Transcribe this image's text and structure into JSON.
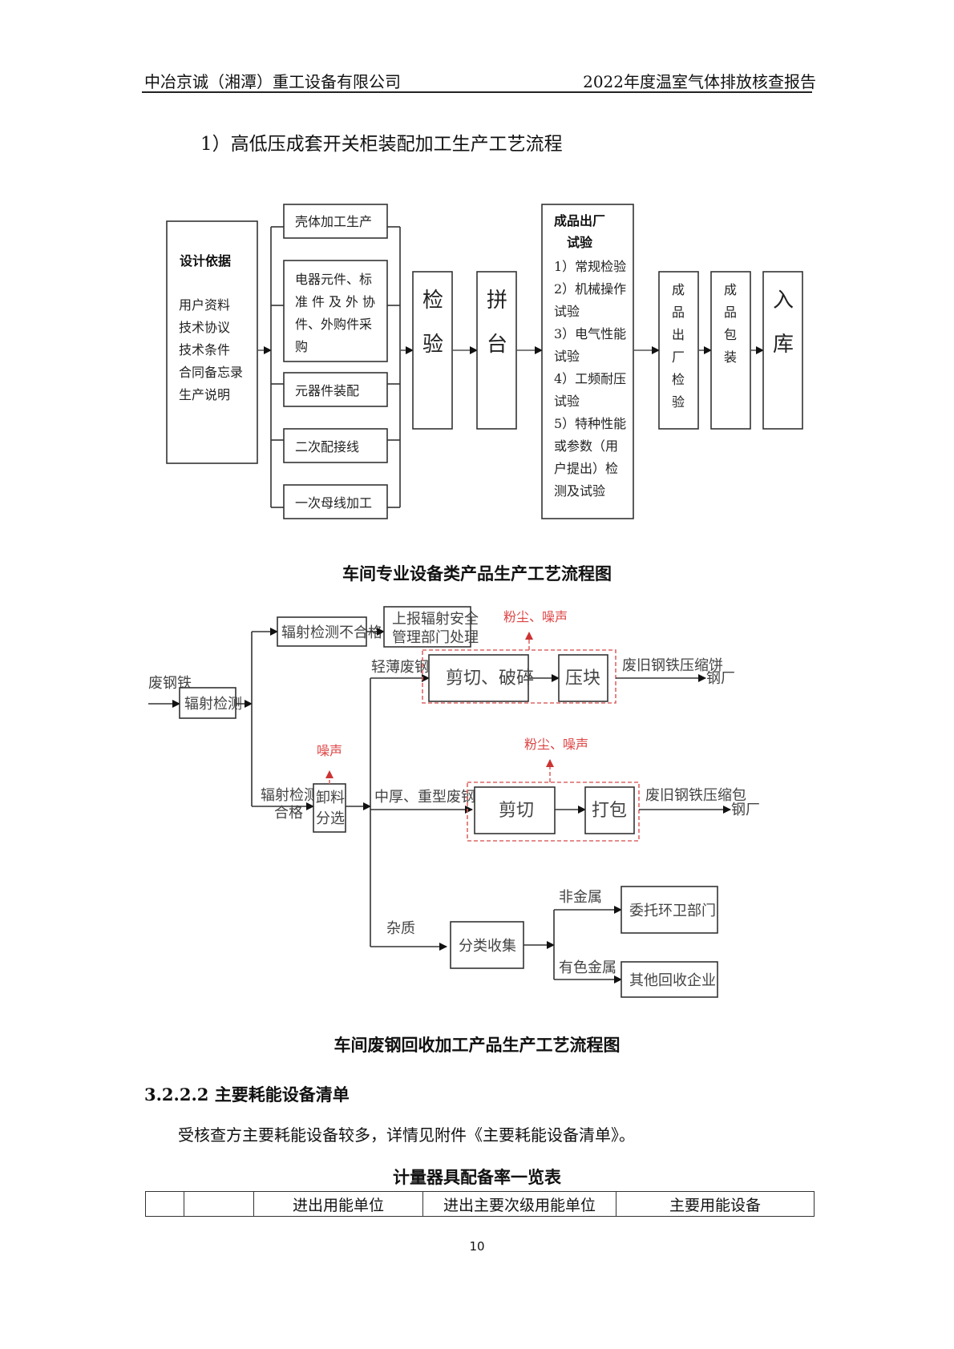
{
  "header": {
    "company": "中冶京诚（湘潭）重工设备有限公司",
    "report": "2022年度温室气体排放核查报告"
  },
  "section1_title": "1）高低压成套开关柜装配加工生产工艺流程",
  "flow1": {
    "design_basis": {
      "title": "设计依据",
      "items": [
        "用户资料",
        "技术协议",
        "技术条件",
        "合同备忘录",
        "生产说明"
      ]
    },
    "parallel_steps": [
      {
        "lines": [
          "壳体加工生产"
        ]
      },
      {
        "lines": [
          "电器元件、标",
          "准件及外协",
          "件、外购件采",
          "购"
        ]
      },
      {
        "lines": [
          "元器件装配"
        ]
      },
      {
        "lines": [
          "二次配接线"
        ]
      },
      {
        "lines": [
          "一次母线加工"
        ]
      }
    ],
    "inspect": [
      "检",
      "验"
    ],
    "assemble": [
      "拼",
      "台"
    ],
    "factory_test": {
      "title": [
        "成品出厂",
        "试验"
      ],
      "lines": [
        "1）常规检验",
        "2）机械操作",
        "试验",
        "3）电气性能",
        "试验",
        "4）工频耐压",
        "试验",
        "5）特种性能",
        "或参数（用",
        "户提出）检",
        "测及试验"
      ]
    },
    "final_inspect": [
      "成",
      "品",
      "出",
      "厂",
      "检",
      "验"
    ],
    "packing": [
      "成",
      "品",
      "包",
      "装"
    ],
    "storage": [
      "入",
      "库"
    ]
  },
  "caption1": "车间专业设备类产品生产工艺流程图",
  "flow2": {
    "input": "废钢铁",
    "radiation_check": "辐射检测",
    "fail": "辐射检测不合格",
    "report": [
      "上报辐射安全",
      "管理部门处理"
    ],
    "pass": [
      "辐射检测",
      "合格"
    ],
    "unload": [
      "卸料",
      "分选"
    ],
    "noise": "噪声",
    "dust_noise": "粉尘、噪声",
    "light": "轻薄废钢",
    "shear_crush": "剪切、破碎",
    "press_block": "压块",
    "cake": "废旧钢铁压缩饼",
    "mill": "钢厂",
    "heavy": "中厚、重型废钢",
    "shear": "剪切",
    "bale": "打包",
    "bale_out": "废旧钢铁压缩包",
    "impurity": "杂质",
    "sort": "分类收集",
    "nonmetal": "非金属",
    "nonferrous": "有色金属",
    "sanitation": "委托环卫部门",
    "recycler": "其他回收企业",
    "colors": {
      "line": "#333333",
      "emission": "#dd4444"
    }
  },
  "caption2": "车间废钢回收加工产品生产工艺流程图",
  "section2_heading": "3.2.2.2 主要耗能设备清单",
  "section2_para": "受核查方主要耗能设备较多，详情见附件《主要耗能设备清单》。",
  "table_title": "计量器具配备率一览表",
  "table_headers": [
    "",
    "",
    "进出用能单位",
    "进出主要次级用能单位",
    "主要用能设备"
  ],
  "page_number": "10"
}
